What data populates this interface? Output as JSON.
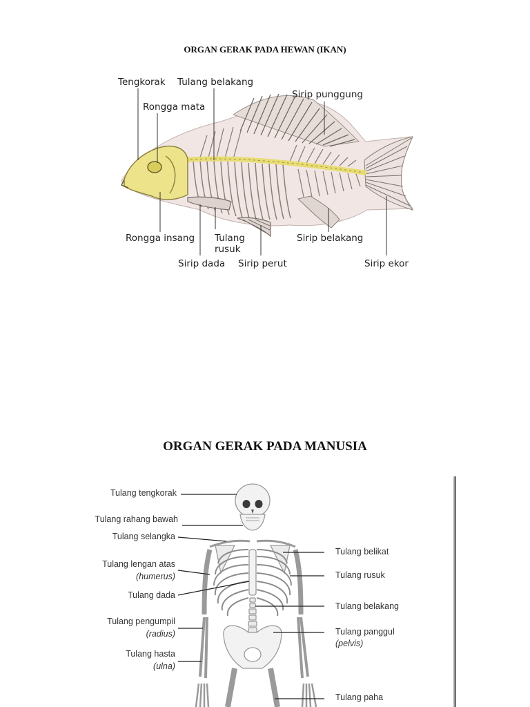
{
  "fish": {
    "title": "ORGAN GERAK PADA HEWAN (IKAN)",
    "labels": {
      "tengkorak": "Tengkorak",
      "tulang_belakang": "Tulang belakang",
      "rongga_mata": "Rongga mata",
      "sirip_punggung": "Sirip punggung",
      "rongga_insang": "Rongga insang",
      "tulang": "Tulang",
      "rusuk": "rusuk",
      "sirip_belakang": "Sirip belakang",
      "sirip_dada": "Sirip dada",
      "sirip_perut": "Sirip perut",
      "sirip_ekor": "Sirip ekor"
    }
  },
  "human": {
    "title": "ORGAN GERAK PADA MANUSIA",
    "labels": {
      "tengkorak": "Tulang tengkorak",
      "rahang_bawah": "Tulang rahang bawah",
      "selangka": "Tulang selangka",
      "lengan_atas": "Tulang lengan atas",
      "humerus": "(humerus)",
      "dada": "Tulang dada",
      "pengumpil": "Tulang pengumpil",
      "radius": "(radius)",
      "hasta": "Tulang hasta",
      "ulna": "(ulna)",
      "belikat": "Tulang belikat",
      "rusuk": "Tulang rusuk",
      "belakang": "Tulang belakang",
      "panggul": "Tulang panggul",
      "pelvis": "(pelvis)",
      "paha": "Tulang paha"
    }
  }
}
